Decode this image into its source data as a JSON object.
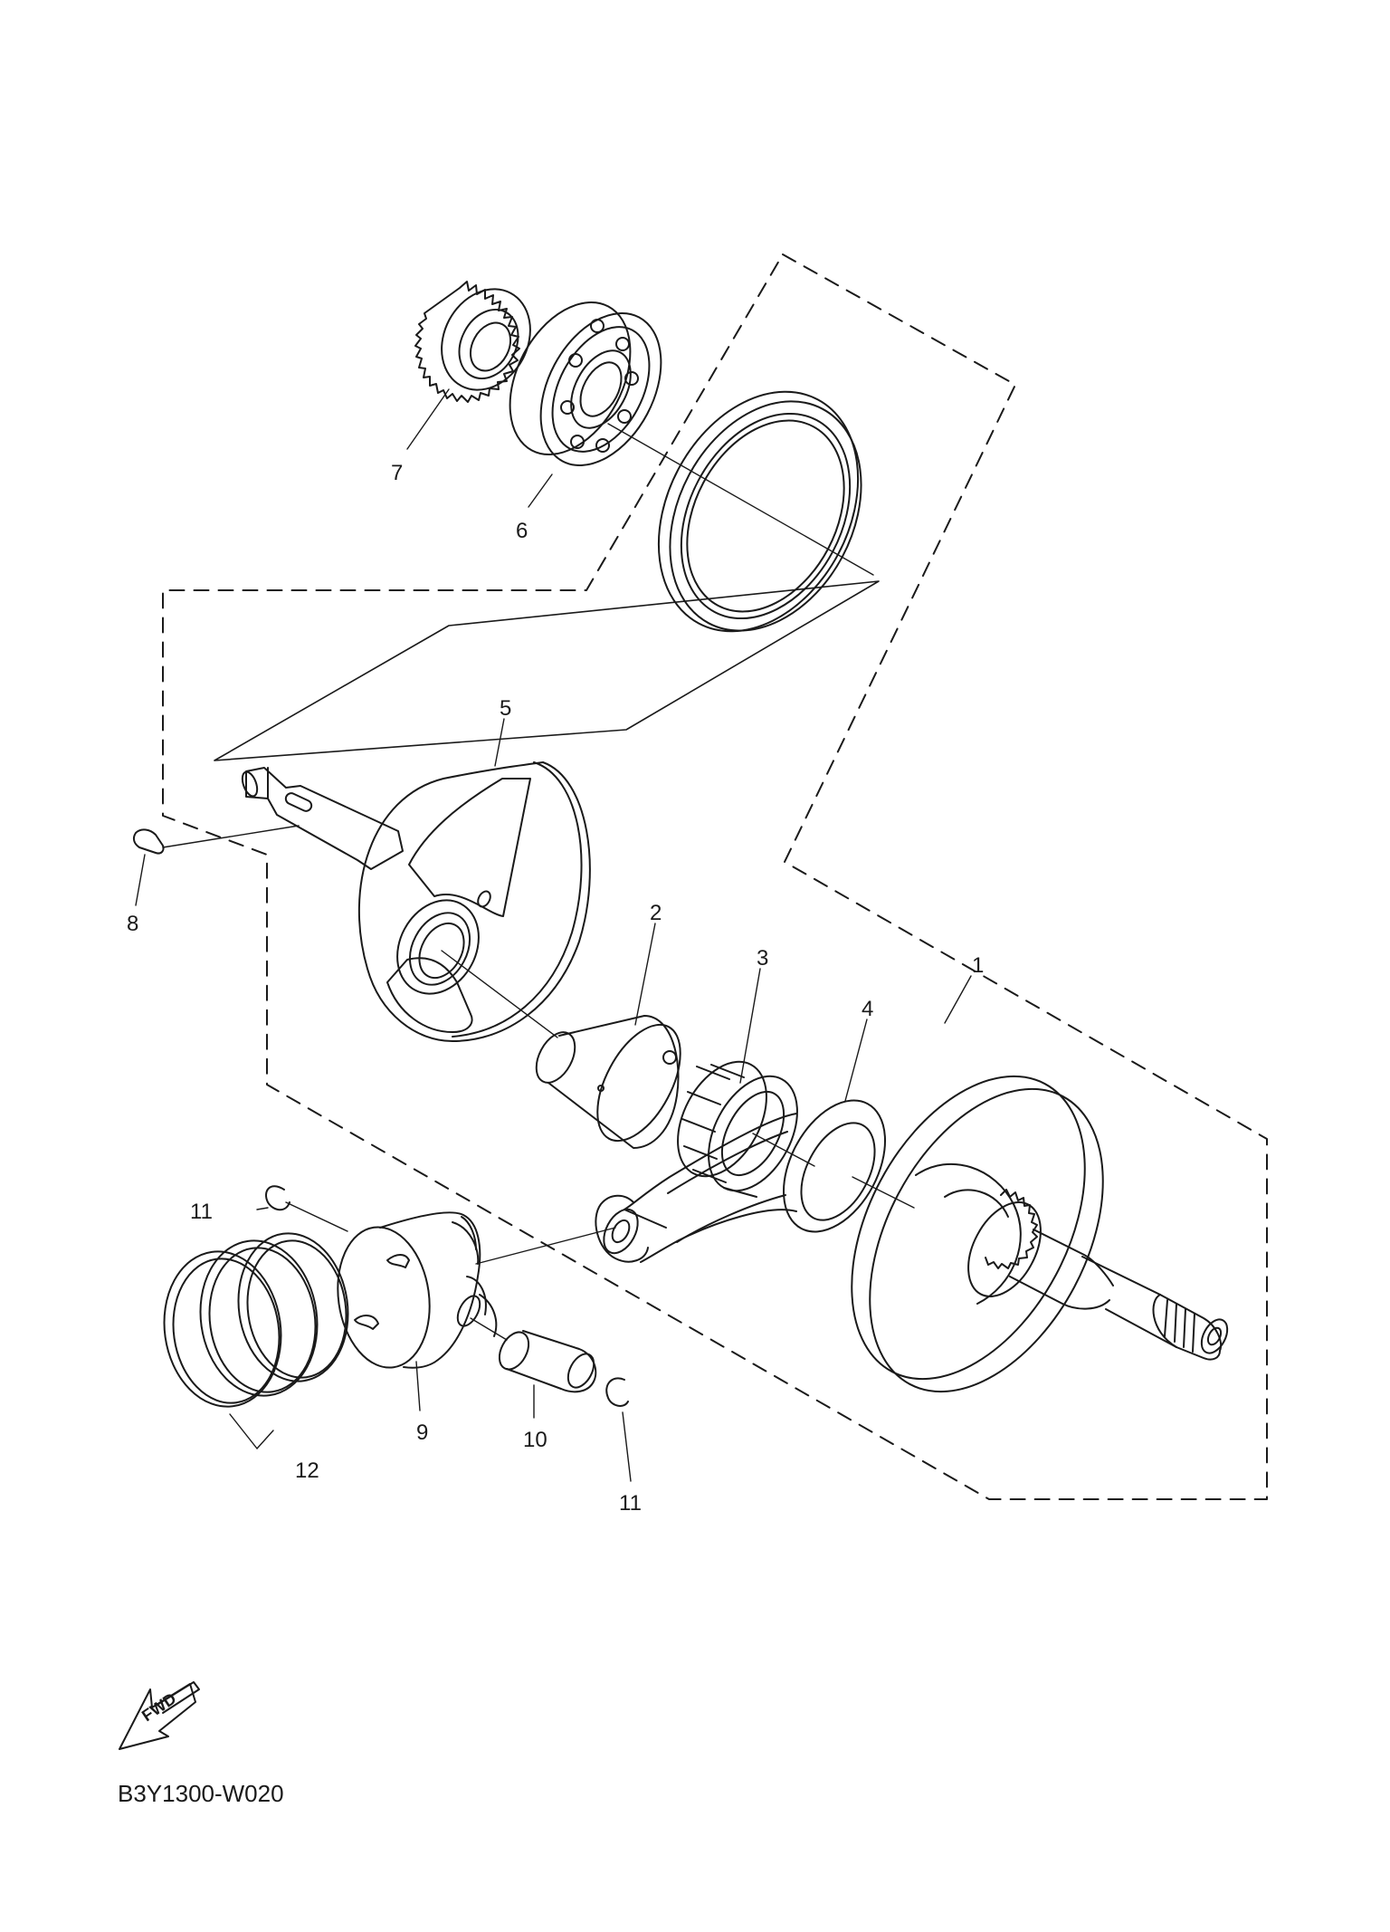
{
  "diagram": {
    "code": "B3Y1300-W020",
    "fwd_label": "FWD",
    "callouts": [
      {
        "id": "p1",
        "label": "1"
      },
      {
        "id": "p2",
        "label": "2"
      },
      {
        "id": "p3",
        "label": "3"
      },
      {
        "id": "p4",
        "label": "4"
      },
      {
        "id": "p5",
        "label": "5"
      },
      {
        "id": "p6",
        "label": "6"
      },
      {
        "id": "p7",
        "label": "7"
      },
      {
        "id": "p8",
        "label": "8"
      },
      {
        "id": "p9",
        "label": "9"
      },
      {
        "id": "p10",
        "label": "10"
      },
      {
        "id": "p11a",
        "label": "11"
      },
      {
        "id": "p11b",
        "label": "11"
      },
      {
        "id": "p12",
        "label": "12"
      }
    ]
  },
  "colors": {
    "line": "#1a1a1a",
    "background": "#ffffff"
  }
}
